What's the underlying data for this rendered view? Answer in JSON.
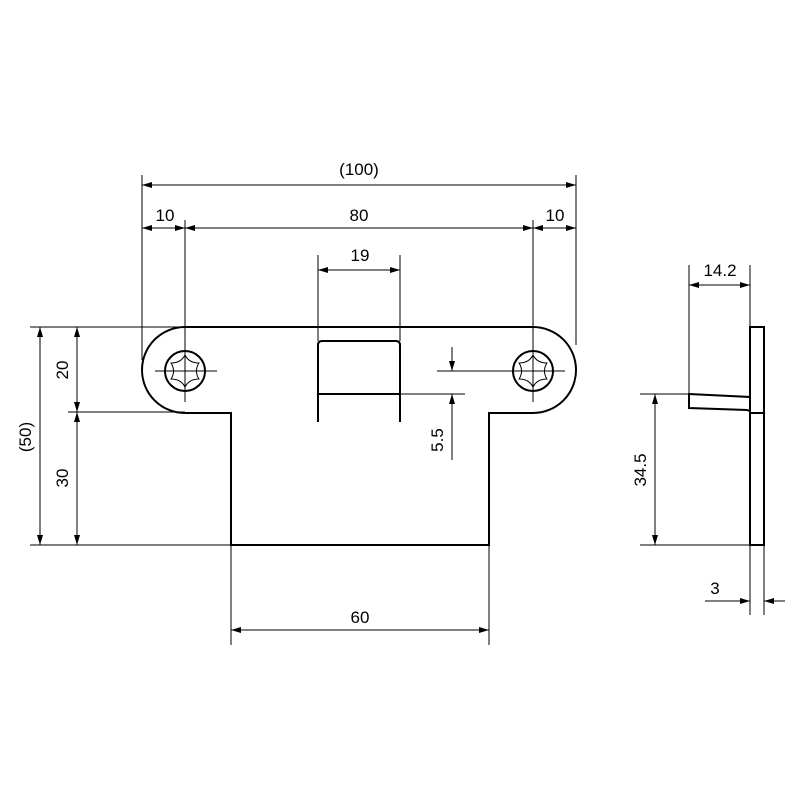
{
  "drawing": {
    "front_view": {
      "overall_width": "(100)",
      "left_hole_offset": "10",
      "hole_spacing": "80",
      "right_hole_offset": "10",
      "tongue_width": "19",
      "tongue_offset": "5.5",
      "overall_height": "(50)",
      "ear_height": "20",
      "body_height": "30",
      "body_width": "60"
    },
    "side_view": {
      "tongue_depth": "14.2",
      "tongue_height": "34.5",
      "plate_thickness": "3"
    }
  }
}
